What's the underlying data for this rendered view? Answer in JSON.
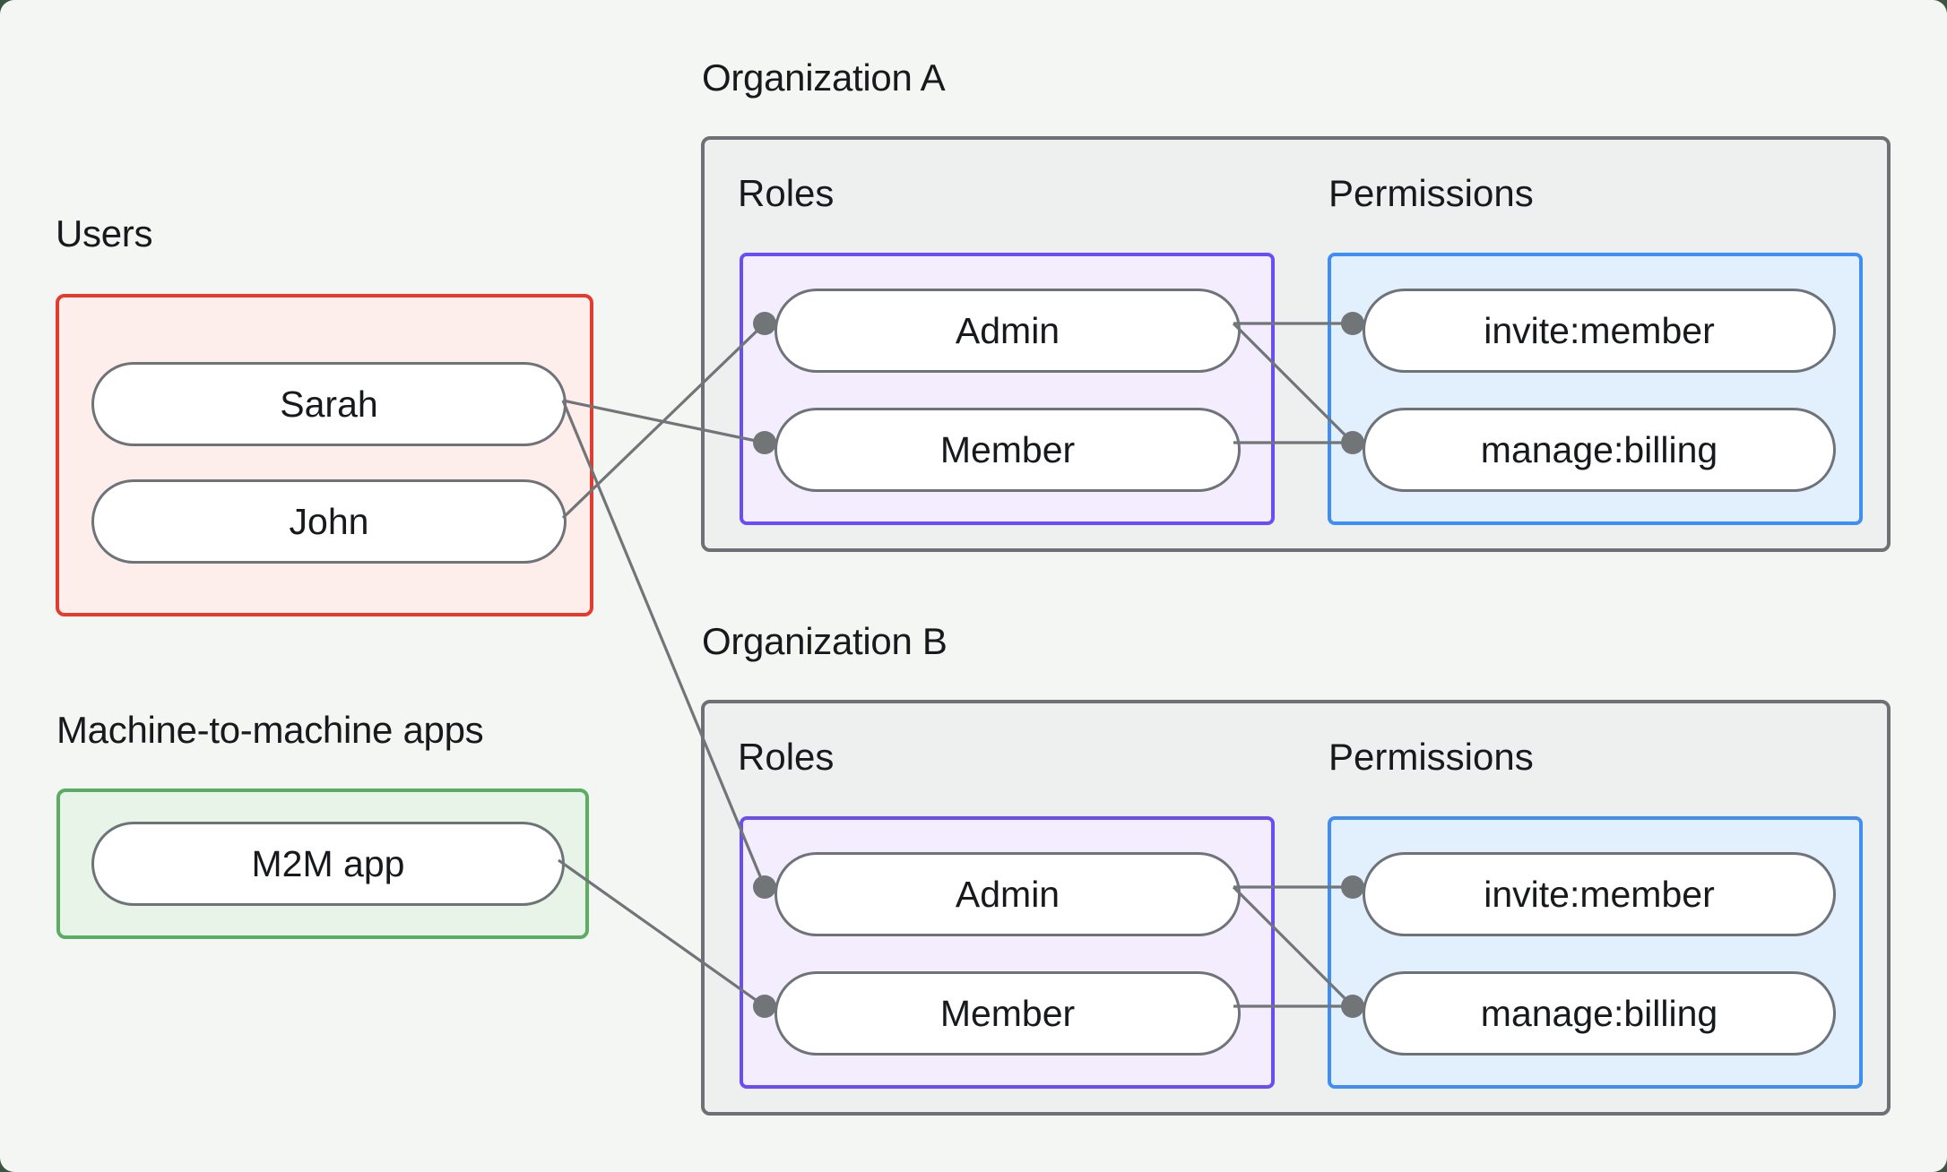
{
  "colors": {
    "page-bg": "#f4f6f4",
    "frame-bg": "#3a5642",
    "text": "#17191c",
    "line": "#717578",
    "pill-border": "#6e7378",
    "pill-bg": "#ffffff",
    "org-border": "#6d7175",
    "org-bg": "#eef0ef",
    "users-border": "#e23b2f",
    "users-bg": "#fdeeec",
    "m2m-border": "#5cad63",
    "m2m-bg": "#e7f4e7",
    "roles-border": "#6a4df6",
    "roles-bg": "#f3edfd",
    "permissions-border": "#3e8ef6",
    "permissions-bg": "#e2effc"
  },
  "users_group": {
    "label": "Users",
    "items": [
      "Sarah",
      "John"
    ]
  },
  "m2m_group": {
    "label": "Machine-to-machine apps",
    "items": [
      "M2M app"
    ]
  },
  "organizations": [
    {
      "title": "Organization A",
      "roles_label": "Roles",
      "permissions_label": "Permissions",
      "roles": [
        "Admin",
        "Member"
      ],
      "permissions": [
        "invite:member",
        "manage:billing"
      ]
    },
    {
      "title": "Organization B",
      "roles_label": "Roles",
      "permissions_label": "Permissions",
      "roles": [
        "Admin",
        "Member"
      ],
      "permissions": [
        "invite:member",
        "manage:billing"
      ]
    }
  ],
  "connections": [
    {
      "from": "Sarah",
      "to": "Organization A / Member"
    },
    {
      "from": "John",
      "to": "Organization A / Admin"
    },
    {
      "from": "Sarah",
      "to": "Organization B / Admin"
    },
    {
      "from": "M2M app",
      "to": "Organization B / Member"
    },
    {
      "from": "Organization A / Admin",
      "to": "Organization A / invite:member"
    },
    {
      "from": "Organization A / Admin",
      "to": "Organization A / manage:billing"
    },
    {
      "from": "Organization A / Member",
      "to": "Organization A / manage:billing"
    },
    {
      "from": "Organization B / Admin",
      "to": "Organization B / invite:member"
    },
    {
      "from": "Organization B / Admin",
      "to": "Organization B / manage:billing"
    },
    {
      "from": "Organization B / Member",
      "to": "Organization B / manage:billing"
    }
  ]
}
